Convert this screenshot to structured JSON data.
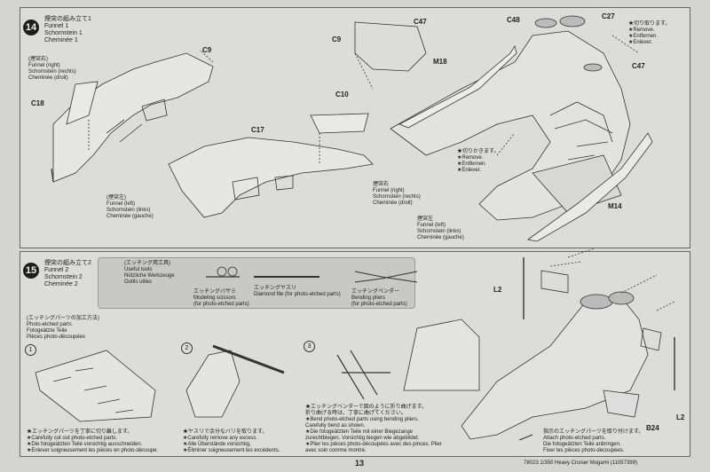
{
  "step14": {
    "number": "14",
    "title": [
      "煙突の組み立て1",
      "Funnel 1",
      "Schornstein 1",
      "Cheminée 1"
    ],
    "funnel_right": [
      "(煙突右)",
      "Funnel (right)",
      "Schornstein (rechts)",
      "Cheminée (droit)"
    ],
    "funnel_left": [
      "(煙突左)",
      "Funnel (left)",
      "Schornstein (links)",
      "Cheminée (gauche)"
    ],
    "funnel_right2": [
      "煙突右",
      "Funnel (right)",
      "Schornstein (rechts)",
      "Cheminée (droit)"
    ],
    "funnel_left2": [
      "煙突左",
      "Funnel (left)",
      "Schornstein (links)",
      "Cheminée (gauche)"
    ],
    "remove_top": [
      "★切り取ります。",
      "★Remove.",
      "★Entfernen.",
      "★Enlever."
    ],
    "remove_mid": [
      "★切りかきます。",
      "★Remove.",
      "★Entfernen.",
      "★Enlever."
    ],
    "parts": {
      "c9a": "C9",
      "c18": "C18",
      "c10": "C10",
      "c17": "C17",
      "c9b": "C9",
      "c47a": "C47",
      "c48": "C48",
      "c27": "C27",
      "m18": "M18",
      "c47b": "C47",
      "m14": "M14"
    }
  },
  "step15": {
    "number": "15",
    "title": [
      "煙突の組み立て2",
      "Funnel 2",
      "Schornstein 2",
      "Cheminée 2"
    ],
    "tools": {
      "heading": [
        "(エッチング用工具)",
        "Useful tools",
        "Nützliche Werkzeuge",
        "Outils utiles"
      ],
      "scissors": [
        "エッチングバサミ",
        "Modeling scissors",
        "(for photo-etched parts)"
      ],
      "file": [
        "エッチングヤスリ",
        "Diamond file (for photo-etched parts)"
      ],
      "pliers": [
        "エッチングベンダー",
        "Bending pliers",
        "(for photo-etched parts)"
      ]
    },
    "howto": [
      "(エッチングパーツの加工方法)",
      "Photo-etched parts",
      "Fotogeätzte Teile",
      "Pièces photo-découpées"
    ],
    "sub_steps": [
      "1",
      "2",
      "3"
    ],
    "note1": [
      "★エッチングパーツを丁寧に切り離します。",
      "★Carefully cut out photo-etched parts.",
      "★Die fotogeätzten Teile vorsichtig ausschneiden.",
      "★Enlever soigneusement les pièces en photo-découpe."
    ],
    "note2": [
      "★ヤスリで余分なバリを取ります。",
      "★Carefully remove any excess.",
      "★Alle Überstände vorsichtig.",
      "★Éliminer soigneusement les excédents."
    ],
    "note3": [
      "★エッチングベンダーで図のように折り曲げます。",
      "折り曲げる時は、丁寧に曲げてください。",
      "★Bend photo-etched parts using bending pliers.",
      "Carefully bend as shown.",
      "★Die fotogeätzten Teile mit einer Biegezange zurechtbiegen. Vorsichtig biegen wie abgebildet.",
      "★Plier les pièces photo-découpées avec des pinces. Plier avec soin comme montré."
    ],
    "attach": [
      "指示のエッチングパーツを取り付けます。",
      "Attach photo-etched parts.",
      "Die fotogeätzten Teile anbringen.",
      "Fixer les pièces photo-découpées."
    ],
    "parts": {
      "l2a": "L2",
      "l2b": "L2",
      "b24": "B24"
    }
  },
  "page_number": "13",
  "footer": "78023 1/350 Heavy Cruiser Mogami (11057399)"
}
